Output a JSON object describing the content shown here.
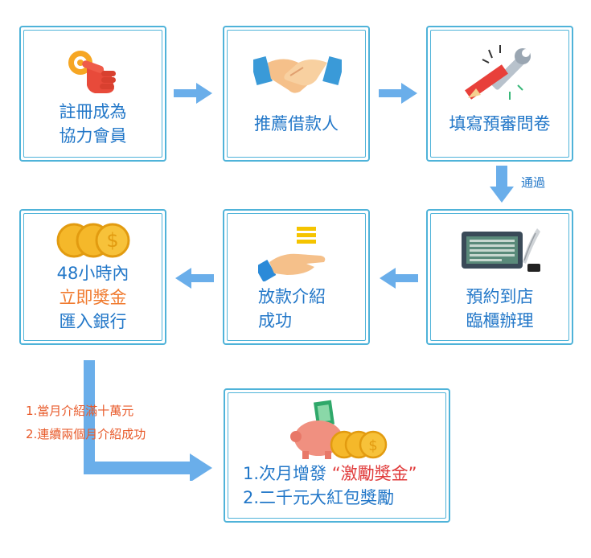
{
  "steps": [
    {
      "id": "register",
      "lines": [
        "註冊成為",
        "協力會員"
      ],
      "icon": "click-hand-icon"
    },
    {
      "id": "recommend",
      "lines": [
        "推薦借款人"
      ],
      "icon": "handshake-icon"
    },
    {
      "id": "questionnaire",
      "lines": [
        "填寫預審問卷"
      ],
      "icon": "pencil-wrench-icon"
    },
    {
      "id": "appointment",
      "lines": [
        "預約到店",
        "臨櫃辦理"
      ],
      "icon": "document-quill-icon"
    },
    {
      "id": "loan-success",
      "lines": [
        "放款介紹",
        "成功"
      ],
      "icon": "hand-money-icon"
    },
    {
      "id": "bonus",
      "lines": [
        "48小時內",
        "立即獎金",
        "匯入銀行"
      ],
      "icon": "coins-icon"
    }
  ],
  "pass_label": "通過",
  "conditions": [
    "1.當月介紹滿十萬元",
    "2.連續兩個月介紹成功"
  ],
  "reward": {
    "line1_prefix": "1.次月增發 ",
    "line1_highlight": "“激勵獎金”",
    "line2": "2.二千元大紅包獎勵"
  },
  "colors": {
    "border": "#4fb3d9",
    "text": "#2277c8",
    "accent": "#f07a2e",
    "highlight": "#e03a3a",
    "arrow": "#6aaeea"
  }
}
